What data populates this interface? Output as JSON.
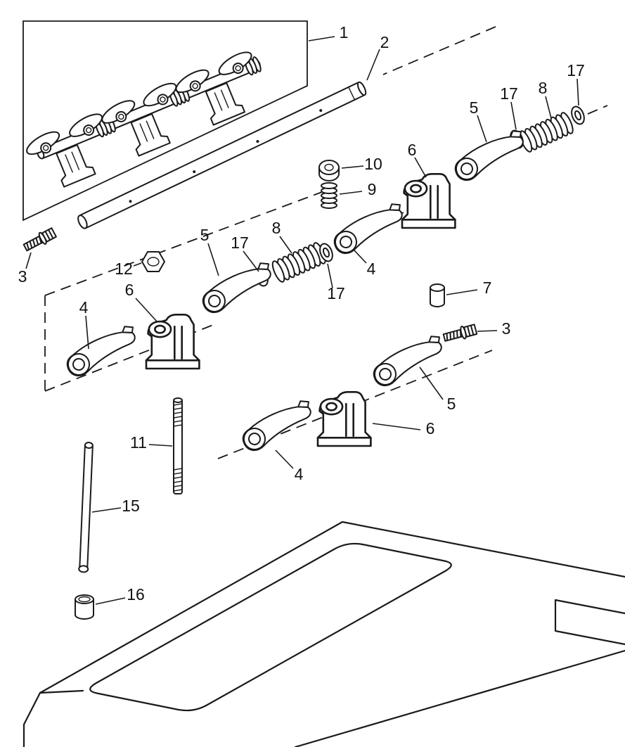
{
  "diagram": {
    "kind": "exploded-parts-diagram",
    "colors": {
      "line": "#1a1a1a",
      "background": "#ffffff"
    },
    "callouts": [
      {
        "label": "1"
      },
      {
        "label": "2"
      },
      {
        "label": "17"
      },
      {
        "label": "8"
      },
      {
        "label": "17"
      },
      {
        "label": "5"
      },
      {
        "label": "6"
      },
      {
        "label": "10"
      },
      {
        "label": "9"
      },
      {
        "label": "3"
      },
      {
        "label": "12"
      },
      {
        "label": "5"
      },
      {
        "label": "17"
      },
      {
        "label": "8"
      },
      {
        "label": "4"
      },
      {
        "label": "17"
      },
      {
        "label": "7"
      },
      {
        "label": "4"
      },
      {
        "label": "6"
      },
      {
        "label": "3"
      },
      {
        "label": "5"
      },
      {
        "label": "6"
      },
      {
        "label": "11"
      },
      {
        "label": "4"
      },
      {
        "label": "15"
      },
      {
        "label": "16"
      }
    ]
  }
}
